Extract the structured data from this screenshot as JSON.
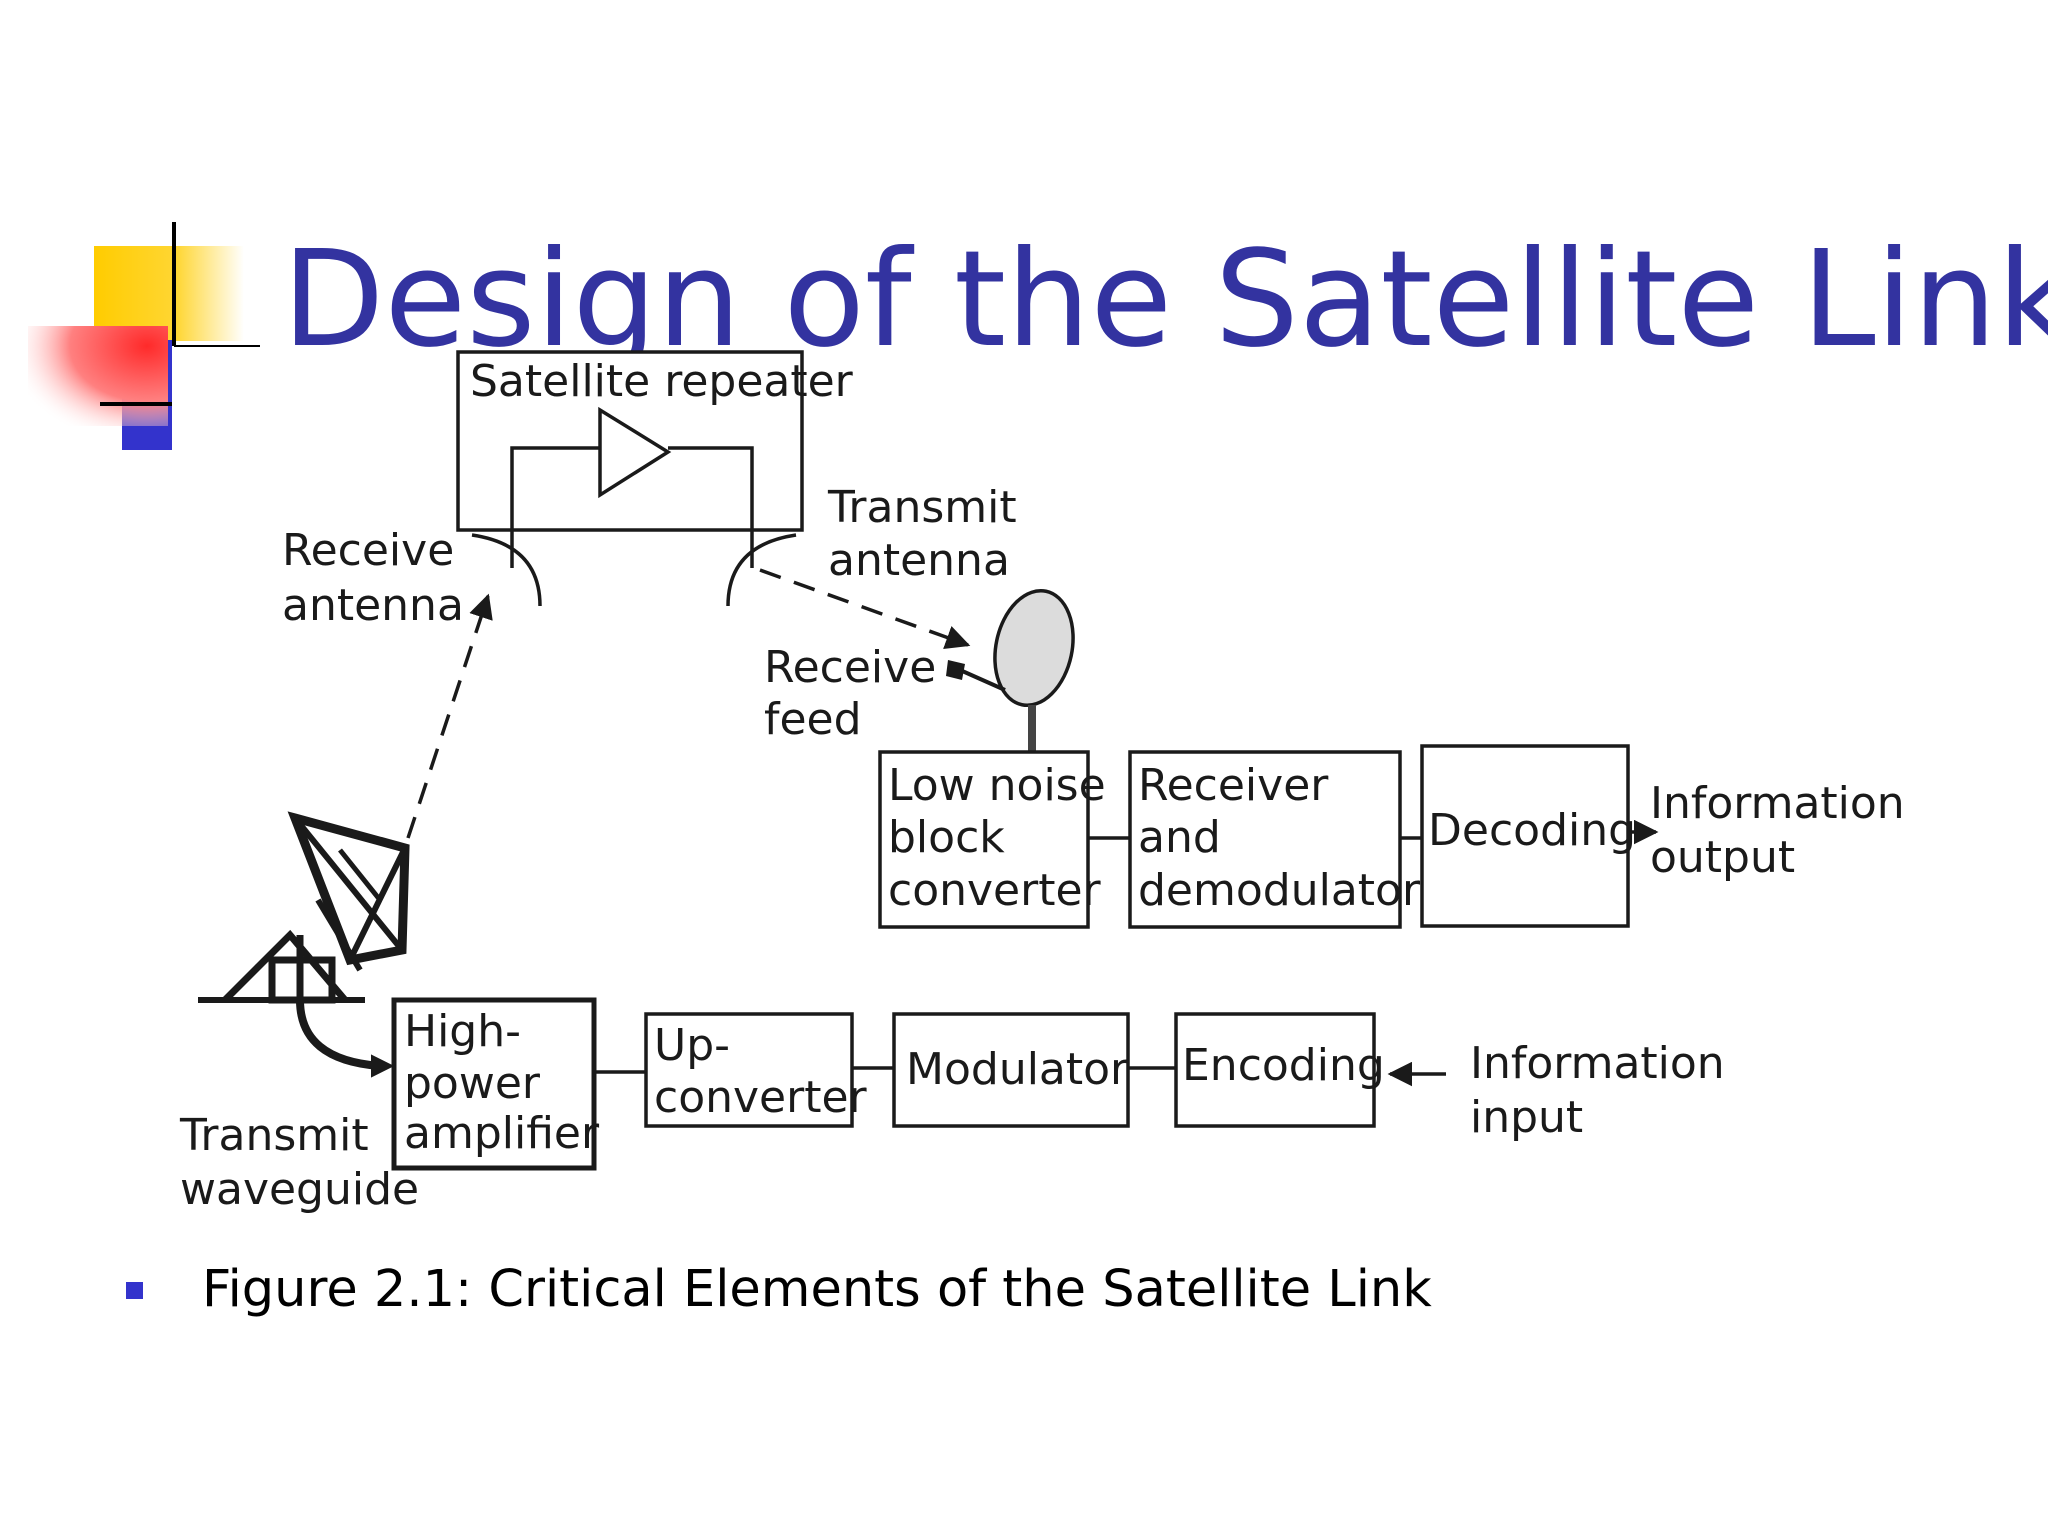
{
  "slide": {
    "title": "Design of the Satellite Link",
    "bullet": "Figure 2.1: Critical Elements of the Satellite Link"
  },
  "diagram": {
    "satellite_repeater": "Satellite repeater",
    "receive_antenna": [
      "Receive",
      "antenna"
    ],
    "transmit_antenna": [
      "Transmit",
      "antenna"
    ],
    "receive_feed": [
      "Receive",
      "feed"
    ],
    "lnb": [
      "Low noise",
      "block",
      "converter"
    ],
    "receiver_demod": [
      "Receiver",
      "and",
      "demodulator"
    ],
    "decoding": "Decoding",
    "information_output": [
      "Information",
      "output"
    ],
    "hpa": [
      "High-",
      "power",
      "amplifier"
    ],
    "upconverter": [
      "Up-",
      "converter"
    ],
    "modulator": "Modulator",
    "encoding": "Encoding",
    "information_input": [
      "Information",
      "input"
    ],
    "transmit_waveguide": [
      "Transmit",
      "waveguide"
    ]
  },
  "colors": {
    "title": "#3333a0",
    "accent_yellow": "#ffcc00",
    "accent_red": "#ff3333",
    "accent_blue": "#3333cc",
    "bullet": "#3333cc",
    "dish_fill": "#dcdcdc"
  },
  "icons": [
    "satellite-dish-icon",
    "receive-dish-icon",
    "amplifier-triangle-icon",
    "arrow-icon"
  ]
}
